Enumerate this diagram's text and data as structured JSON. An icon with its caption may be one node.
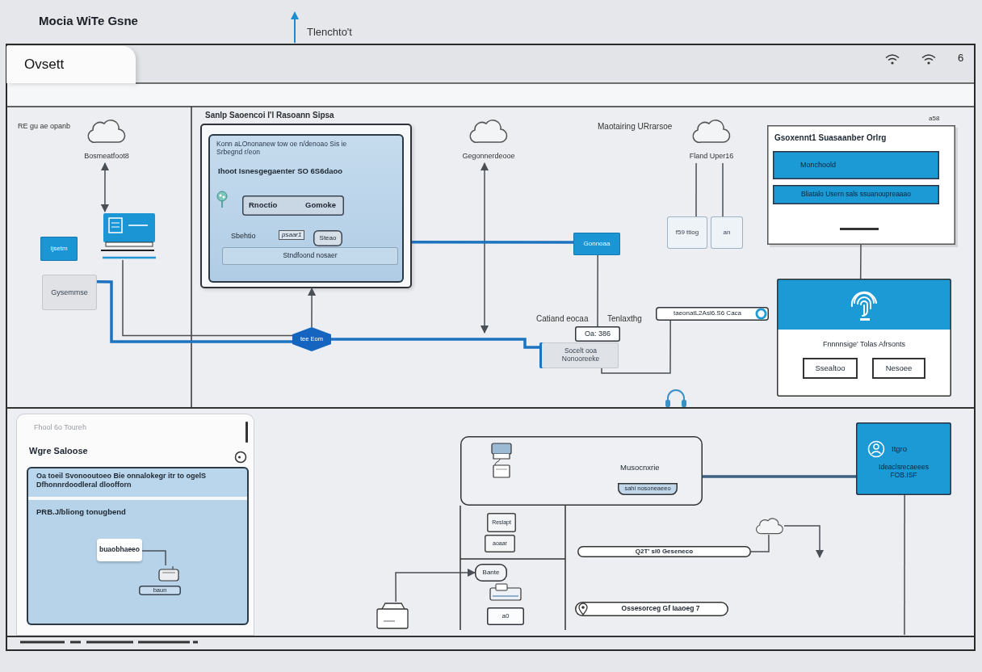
{
  "diagram": {
    "title": "Mocia WiTe Gsne",
    "nodes": [
      {
        "text": [
          "Ovsett"
        ]
      },
      {
        "text": [
          "Bosmeatfoot8"
        ]
      },
      {
        "text": [],
        "shape": "picture"
      },
      {
        "text": [
          "Ijsetm"
        ]
      },
      {
        "text": [
          "Gysemmse"
        ]
      },
      {
        "text": [
          "tee Eom"
        ]
      },
      {
        "text": [
          "Sanlp Saoencoi I'l Rasoann Sipsa"
        ]
      },
      {
        "text": [
          "Konn aLOnonanew tow oe n/denoao Sis ie Srbegnd r/eon",
          "Ihoot Isnesgegaenter SO 6S6daoo"
        ],
        "in": 6
      },
      {
        "text": [
          "Rnoctio",
          "Gomoke"
        ],
        "in": 7
      },
      {
        "text": [
          "Stndfoond nosaer"
        ],
        "in": 7
      },
      {
        "text": [
          "Steao"
        ],
        "in": 7
      },
      {
        "text": [
          "Gegonnerdeooe"
        ]
      },
      {
        "text": [
          "Gonnoaa"
        ]
      },
      {
        "text": [
          "Fland Uper16"
        ]
      },
      {
        "text": [
          "f59 ttiog"
        ]
      },
      {
        "text": [
          "an"
        ]
      },
      {
        "text": [
          "taeonatL2Asl6.S6 Caca"
        ]
      },
      {
        "text": [
          "Oa: 386"
        ]
      },
      {
        "text": [
          "Socelt ooa Nonooreeke"
        ]
      },
      {
        "text": [
          "Gsoxennt1 Suasaanber Orlrg"
        ]
      },
      {
        "text": [
          "Monchoold"
        ],
        "in": 19
      },
      {
        "text": [
          "Bliatalo Usern sals ssuanoupreaaao"
        ],
        "in": 19
      },
      {
        "text": [
          "Fnnnnsige' Tolas Afrsonts"
        ]
      },
      {
        "text": [
          "Ssealtoo"
        ],
        "in": 22
      },
      {
        "text": [
          "Nesoee"
        ],
        "in": 22
      },
      {
        "text": [
          "Fhool 6o Toureh",
          "Wgre Saloose"
        ]
      },
      {
        "text": [
          "Oa toeil Svonooutoeo Bie onnalokegr itr to ogelS Dfhonnrdoodleral dloofforn",
          "PRB.J/bliong tonugbend"
        ],
        "in": 25
      },
      {
        "text": [
          "buaobhaeeo"
        ],
        "in": 26
      },
      {
        "text": [],
        "shape": "picture",
        "in": 26
      },
      {
        "text": [
          "baun"
        ],
        "in": 26
      },
      {
        "text": [
          "Musocnxrie"
        ]
      },
      {
        "text": [
          "sahi nosoneaeeo"
        ],
        "in": 30
      },
      {
        "text": [
          "Reslapt"
        ]
      },
      {
        "text": [
          "aoaar"
        ]
      },
      {
        "text": [
          "Bante"
        ]
      },
      {
        "text": [
          "a0"
        ]
      },
      {
        "text": [
          "Q2T' sl0 Geseneco"
        ]
      },
      {
        "text": [
          "Ossesorceg Gf Iaaoeg 7"
        ]
      },
      {
        "text": [
          "Itgro",
          "Ideaclsrecaeees FOB.ISF"
        ]
      },
      {
        "text": [],
        "shape": "picture"
      },
      {
        "text": [],
        "shape": "cloud"
      }
    ],
    "edges": [
      {
        "from": 1,
        "to": 2,
        "arrow": "both"
      },
      {
        "from": 4,
        "to": 5,
        "arrow": "none",
        "style": "thick",
        "color": "#1e73be"
      },
      {
        "from": 2,
        "to": 5,
        "arrow": "none"
      },
      {
        "from": 5,
        "to": 6,
        "arrow": "to"
      },
      {
        "from": 5,
        "to": 18,
        "arrow": "none",
        "style": "thick",
        "color": "#1e73be"
      },
      {
        "from": 11,
        "to": null,
        "arrow": "both"
      },
      {
        "from": 6,
        "to": 12,
        "arrow": "none",
        "style": "thick",
        "color": "#1e73be"
      },
      {
        "from": 12,
        "to": 17,
        "arrow": "none"
      },
      {
        "from": 13,
        "to": 14,
        "arrow": "none"
      },
      {
        "from": 13,
        "to": 15,
        "arrow": "none"
      },
      {
        "from": 16,
        "to": 18,
        "arrow": "none"
      },
      {
        "from": 19,
        "to": 22,
        "arrow": "none"
      },
      {
        "from": 27,
        "to": 28,
        "arrow": "none"
      },
      {
        "from": 30,
        "to": 38,
        "arrow": "none",
        "style": "thick",
        "color": "#3e5f80"
      },
      {
        "from": 39,
        "to": 34,
        "arrow": "to"
      },
      {
        "from": 36,
        "to": 40,
        "arrow": "none"
      },
      {
        "from": 40,
        "to": null,
        "arrow": "to"
      },
      {
        "from": 38,
        "to": null,
        "arrow": "none"
      }
    ],
    "labels": [
      "Tlenchto't",
      "6",
      "RE gu ae opanb",
      "Maotairing URrarsoe",
      "a58",
      "Sbehtio",
      "psaar1",
      "Catiand eocaa",
      "Tenlaxthg"
    ]
  }
}
